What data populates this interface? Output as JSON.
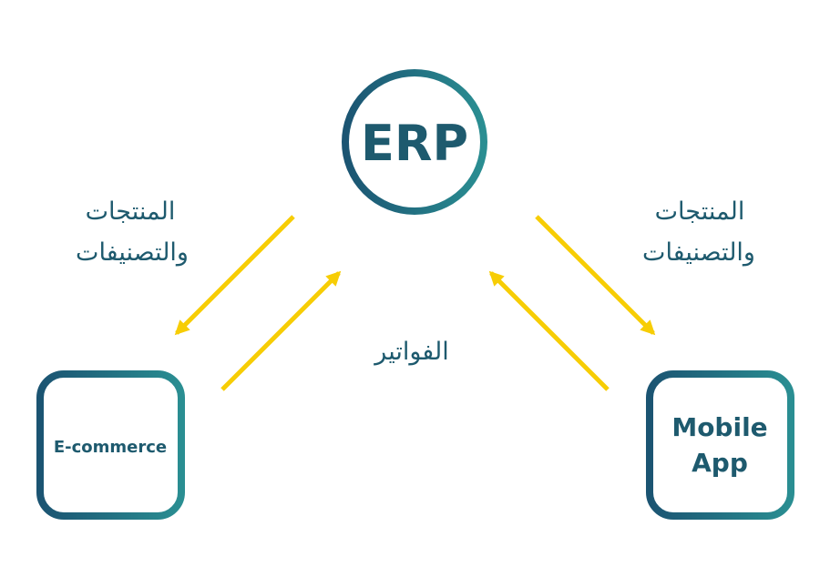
{
  "colors": {
    "node_stroke_start": "#1b5472",
    "node_stroke_end": "#2a8e92",
    "text": "#1e5a6e",
    "arrow": "#f7cd05",
    "background": "#ffffff"
  },
  "nodes": {
    "erp": {
      "label": "ERP"
    },
    "ecommerce": {
      "label": "E-commerce"
    },
    "mobile": {
      "line1": "Mobile",
      "line2": "App"
    }
  },
  "labels": {
    "left_products": {
      "line1": "المنتجات",
      "line2": "والتصنيفات"
    },
    "right_products": {
      "line1": "المنتجات",
      "line2": "والتصنيفات"
    },
    "invoices": "الفواتير"
  }
}
